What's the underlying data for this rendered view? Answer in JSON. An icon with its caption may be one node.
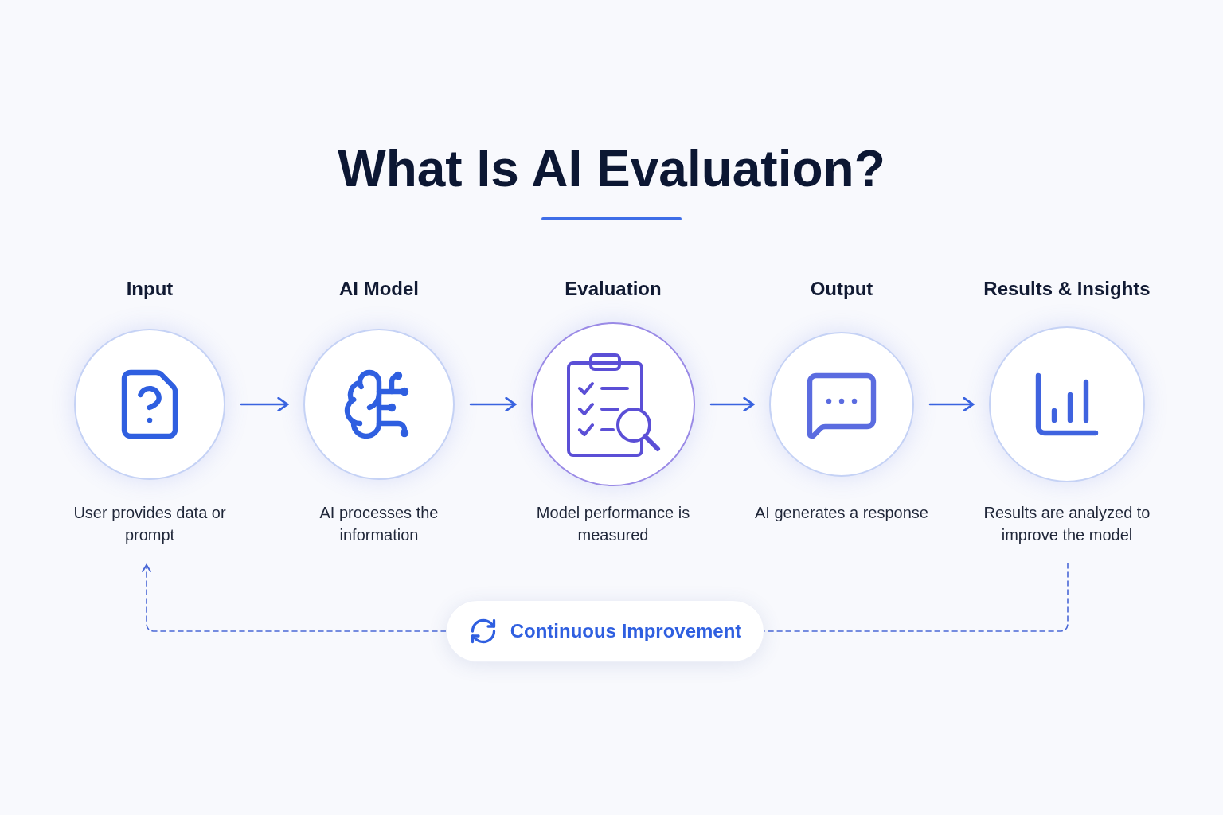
{
  "diagram": {
    "title": "What Is AI Evaluation?",
    "nodes": [
      {
        "text": [
          "Input"
        ],
        "beside": [
          "User provides data or prompt"
        ]
      },
      {
        "text": [
          "AI Model"
        ],
        "beside": [
          "AI processes the information"
        ]
      },
      {
        "text": [
          "Evaluation"
        ],
        "beside": [
          "Model performance is measured"
        ]
      },
      {
        "text": [
          "Output"
        ],
        "beside": [
          "AI generates a response"
        ]
      },
      {
        "text": [
          "Results & Insights"
        ],
        "beside": [
          "Results are analyzed to improve the model"
        ]
      },
      {
        "text": [
          "Continuous Improvement"
        ]
      }
    ],
    "edges": [
      {
        "from": 0,
        "to": 1,
        "arrow": "to"
      },
      {
        "from": 1,
        "to": 2,
        "arrow": "to"
      },
      {
        "from": 2,
        "to": 3,
        "arrow": "to"
      },
      {
        "from": 3,
        "to": 4,
        "arrow": "to"
      },
      {
        "from": 4,
        "to": 5,
        "arrow": "none",
        "style": "dashed"
      },
      {
        "from": 5,
        "to": 0,
        "arrow": "to",
        "style": "dashed"
      }
    ]
  }
}
